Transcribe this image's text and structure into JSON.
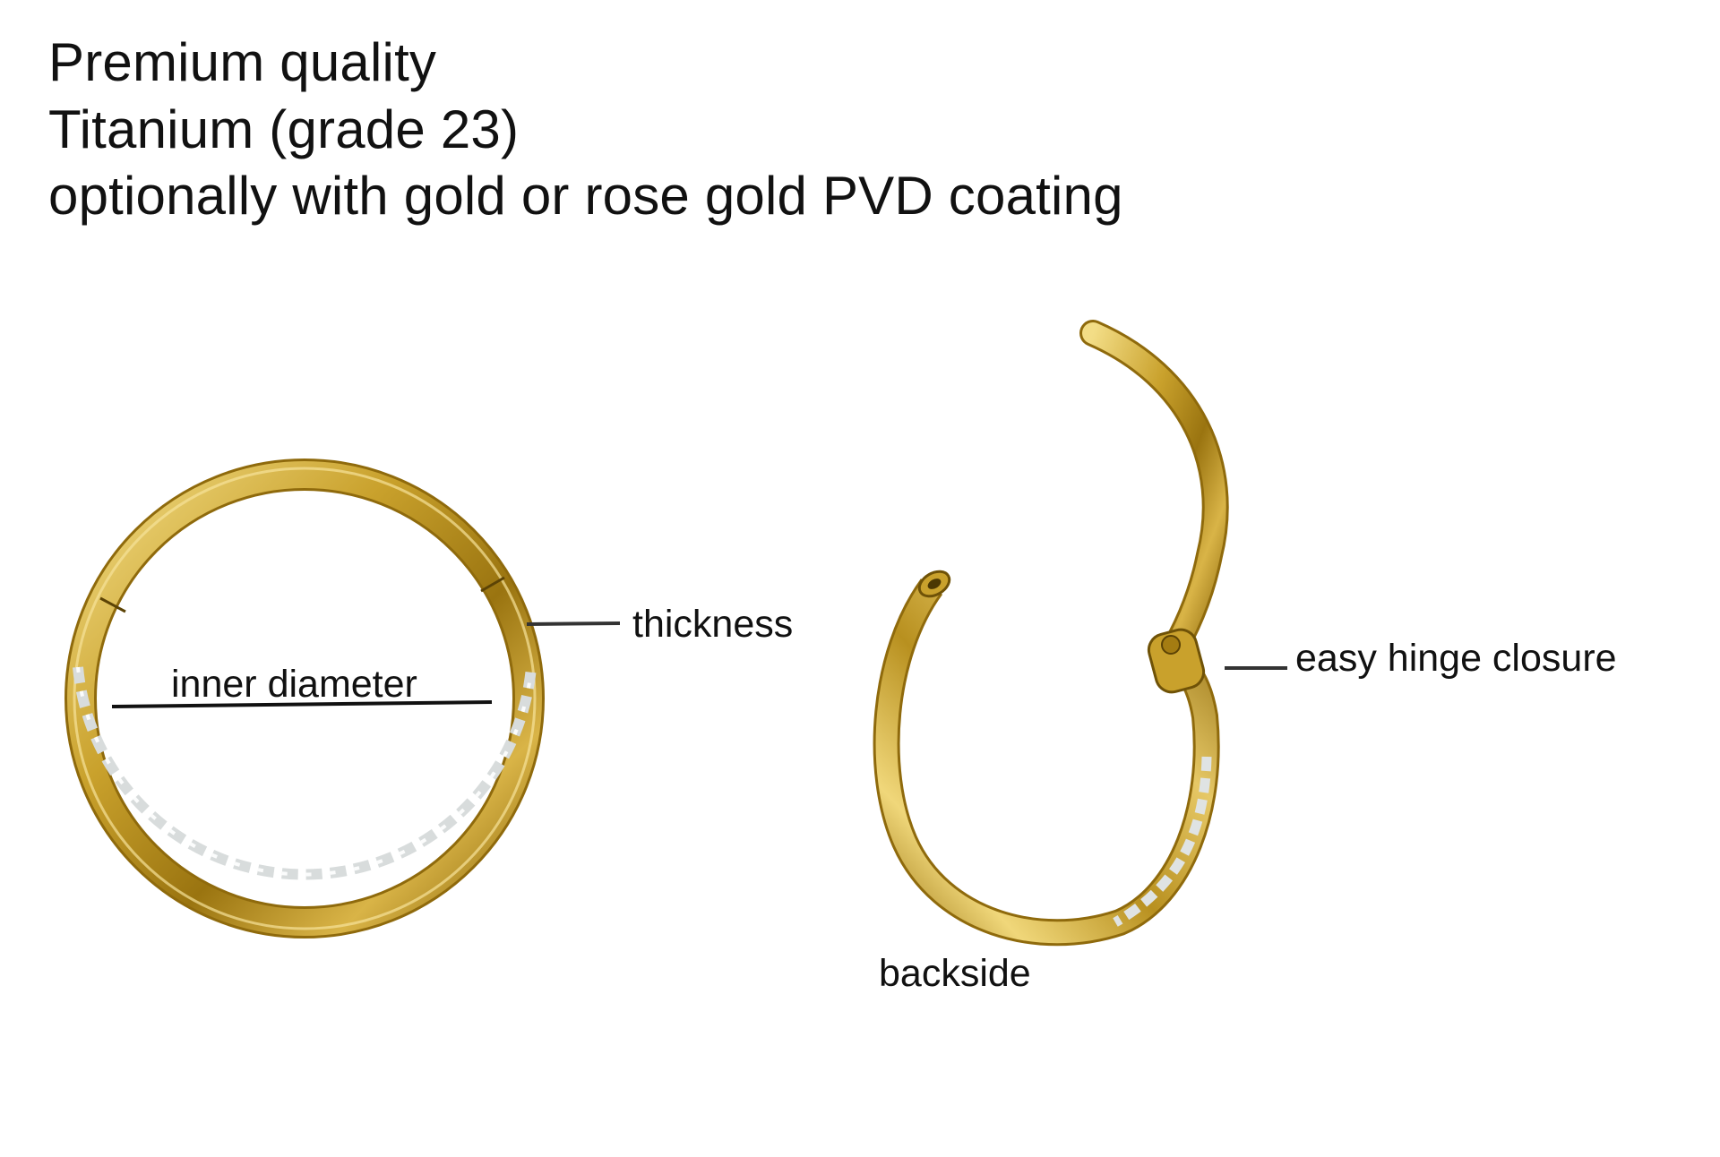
{
  "headline": {
    "line1": "Premium quality",
    "line2": "Titanium (grade 23)",
    "line3": "optionally with gold or rose gold PVD coating"
  },
  "labels": {
    "thickness": "thickness",
    "inner_diameter": "inner diameter",
    "hinge": "easy hinge closure",
    "backside": "backside"
  },
  "colors": {
    "gold_dark": "#9a7410",
    "gold_mid": "#c9a12c",
    "gold_light": "#f0d77a",
    "stone": "#eef0f0",
    "leader_line": "#333333"
  }
}
